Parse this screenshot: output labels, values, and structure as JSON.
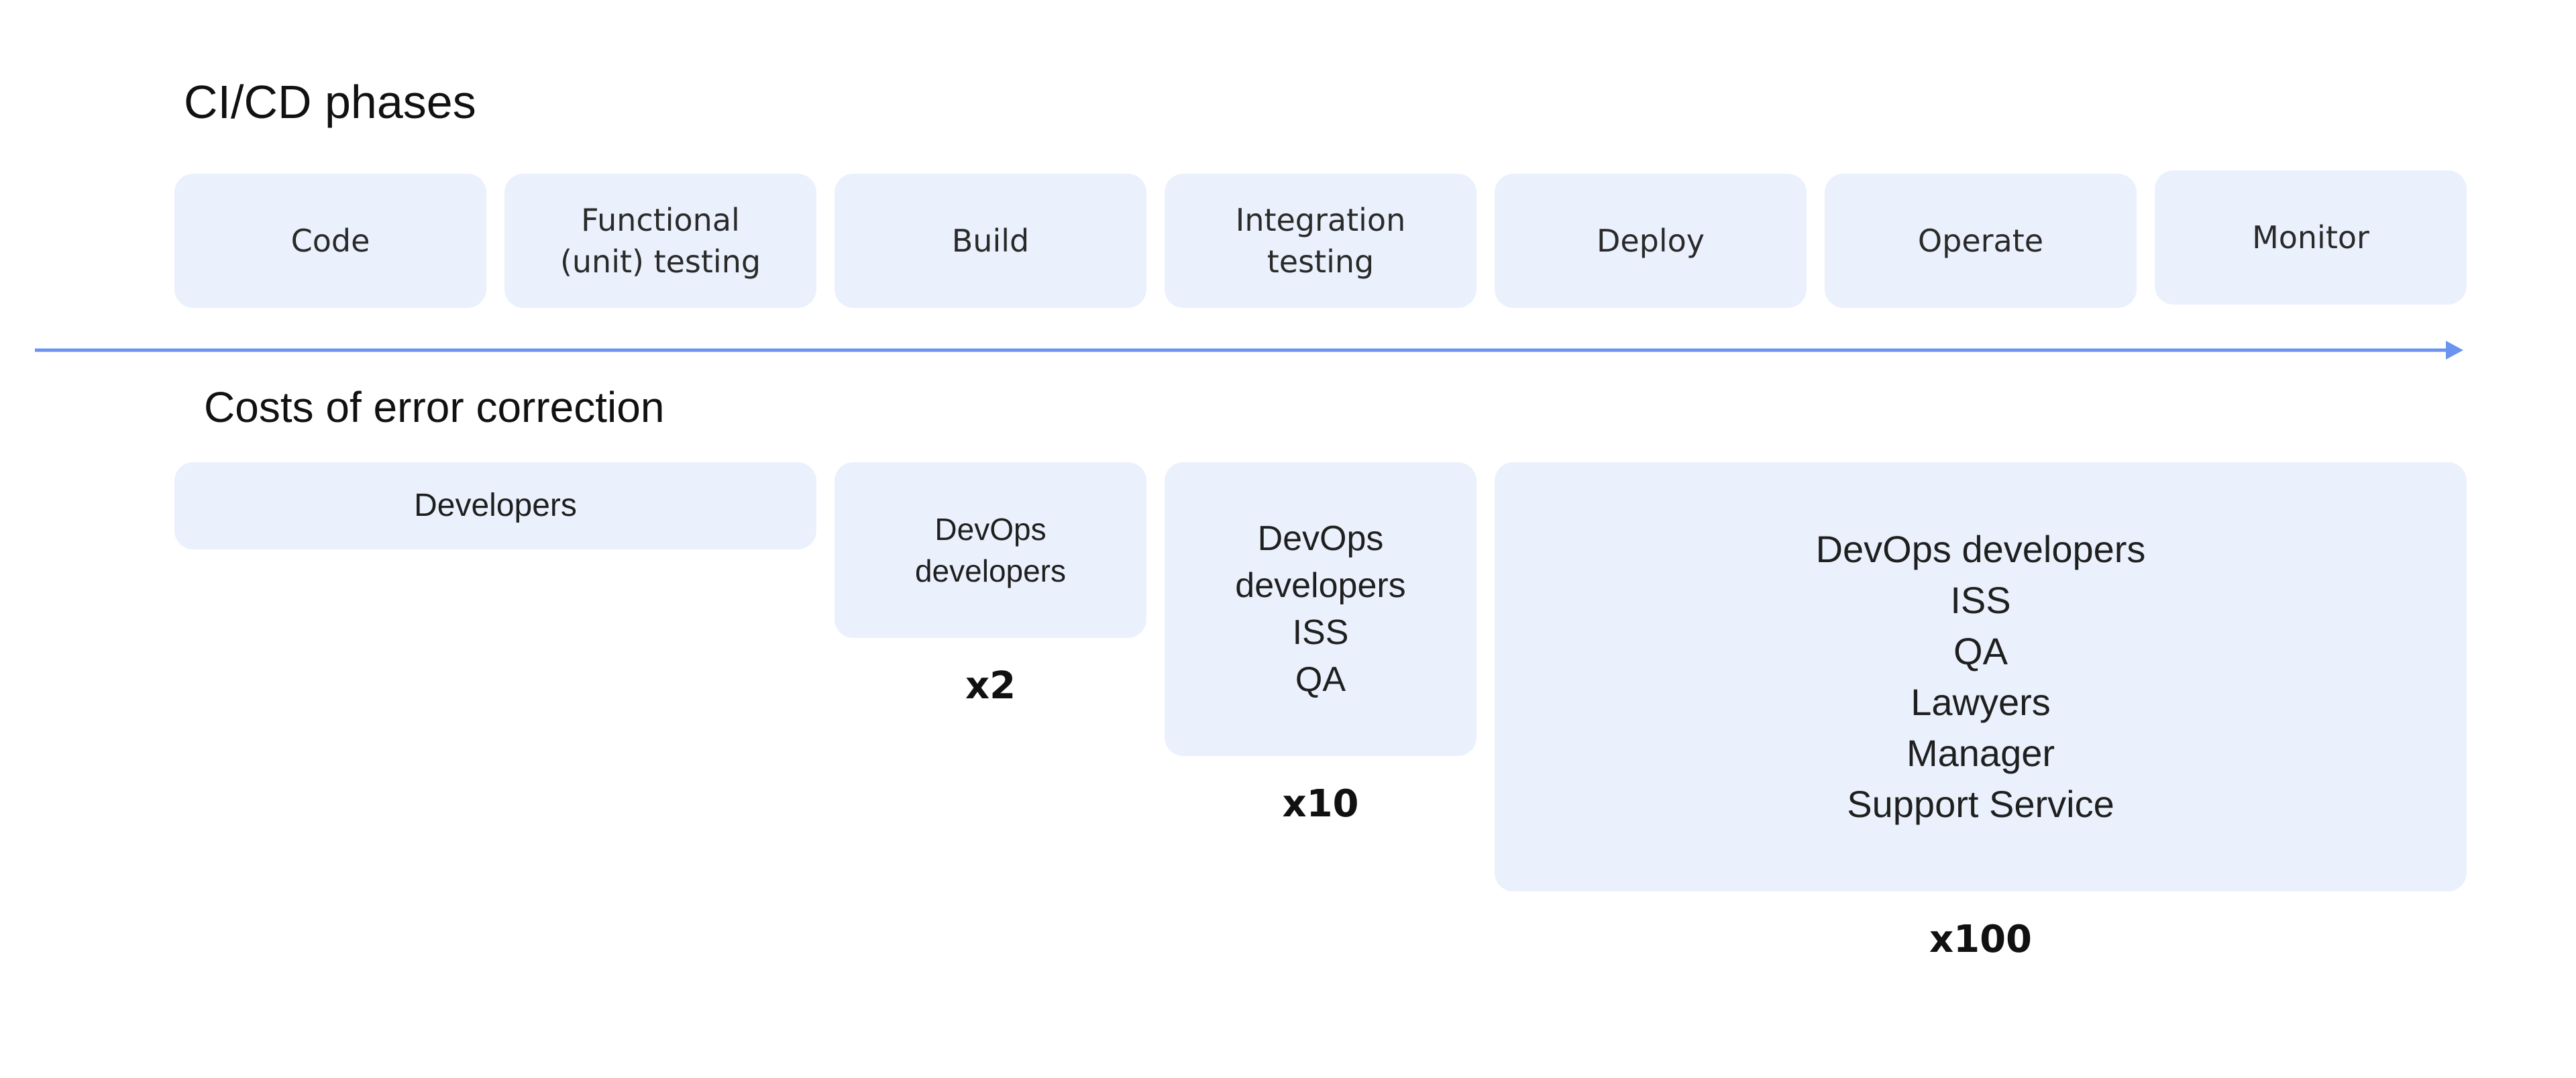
{
  "titles": {
    "phases": "CI/CD phases",
    "costs": "Costs of error correction"
  },
  "phases": [
    "Code",
    "Functional\n(unit) testing",
    "Build",
    "Integration\ntesting",
    "Deploy",
    "Operate",
    "Monitor"
  ],
  "costs": [
    {
      "roles": "Developers",
      "multiplier": ""
    },
    {
      "roles": "DevOps\ndevelopers",
      "multiplier": "x2"
    },
    {
      "roles": "DevOps\ndevelopers\nISS\nQA",
      "multiplier": "x10"
    },
    {
      "roles": "DevOps developers\nISS\nQA\nLawyers\nManager\nSupport Service",
      "multiplier": "x100"
    }
  ],
  "colors": {
    "box_fill": "#eaf1fc",
    "arrow": "#6b93ef",
    "text": "#1a1a1a"
  }
}
